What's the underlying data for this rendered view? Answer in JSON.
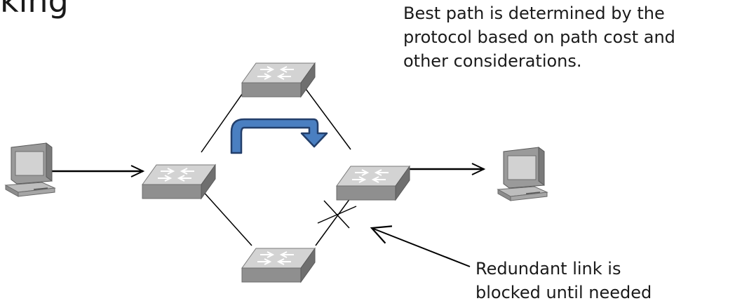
{
  "title": {
    "text": "king"
  },
  "annotations": {
    "best_path_note": [
      "Best path is determined by the",
      "protocol based on path cost and",
      "other considerations."
    ],
    "redundant_link_note": [
      "Redundant link is",
      "blocked until needed"
    ]
  },
  "diagram": {
    "nodes": [
      {
        "id": "pc-left",
        "kind": "computer"
      },
      {
        "id": "switch-left",
        "kind": "switch"
      },
      {
        "id": "switch-top",
        "kind": "switch"
      },
      {
        "id": "switch-right",
        "kind": "switch"
      },
      {
        "id": "switch-bottom",
        "kind": "switch"
      },
      {
        "id": "pc-right",
        "kind": "computer"
      }
    ],
    "links": [
      {
        "from": "pc-left",
        "to": "switch-left",
        "style": "arrow"
      },
      {
        "from": "switch-left",
        "to": "switch-top",
        "style": "line"
      },
      {
        "from": "switch-top",
        "to": "switch-right",
        "style": "line"
      },
      {
        "from": "switch-left",
        "to": "switch-bottom",
        "style": "line"
      },
      {
        "from": "switch-bottom",
        "to": "switch-right",
        "style": "line",
        "state": "blocked"
      },
      {
        "from": "switch-right",
        "to": "pc-right",
        "style": "arrow"
      }
    ],
    "colors": {
      "path_arrow": "#4a7fc1",
      "path_arrow_outline": "#233f6b",
      "switch_top": "#d0d0d0",
      "switch_side": "#8c8c8c",
      "pc_screen": "#cfcfcf",
      "line": "#000000"
    },
    "icons": [
      "computer-icon",
      "switch-icon",
      "curved-arrow-icon",
      "block-mark-icon"
    ]
  }
}
